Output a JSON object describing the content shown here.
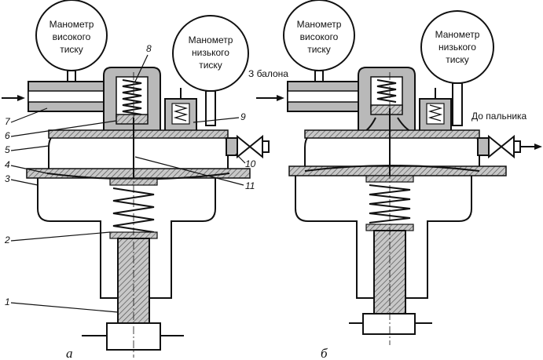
{
  "gauges": {
    "a_high": [
      "Манометр",
      "високого",
      "тиску"
    ],
    "a_low": [
      "Манометр",
      "низького",
      "тиску"
    ],
    "b_high": [
      "Манометр",
      "високого",
      "тиску"
    ],
    "b_low": [
      "Манометр",
      "низького",
      "тиску"
    ]
  },
  "labels": {
    "from_cylinder": "З балона",
    "to_torch": "До пальника"
  },
  "numbers": {
    "n1": "1",
    "n2": "2",
    "n3": "3",
    "n4": "4",
    "n5": "5",
    "n6": "6",
    "n7": "7",
    "n8": "8",
    "n9": "9",
    "n10": "10",
    "n11": "11"
  },
  "captions": {
    "a": "а",
    "b": "б"
  }
}
